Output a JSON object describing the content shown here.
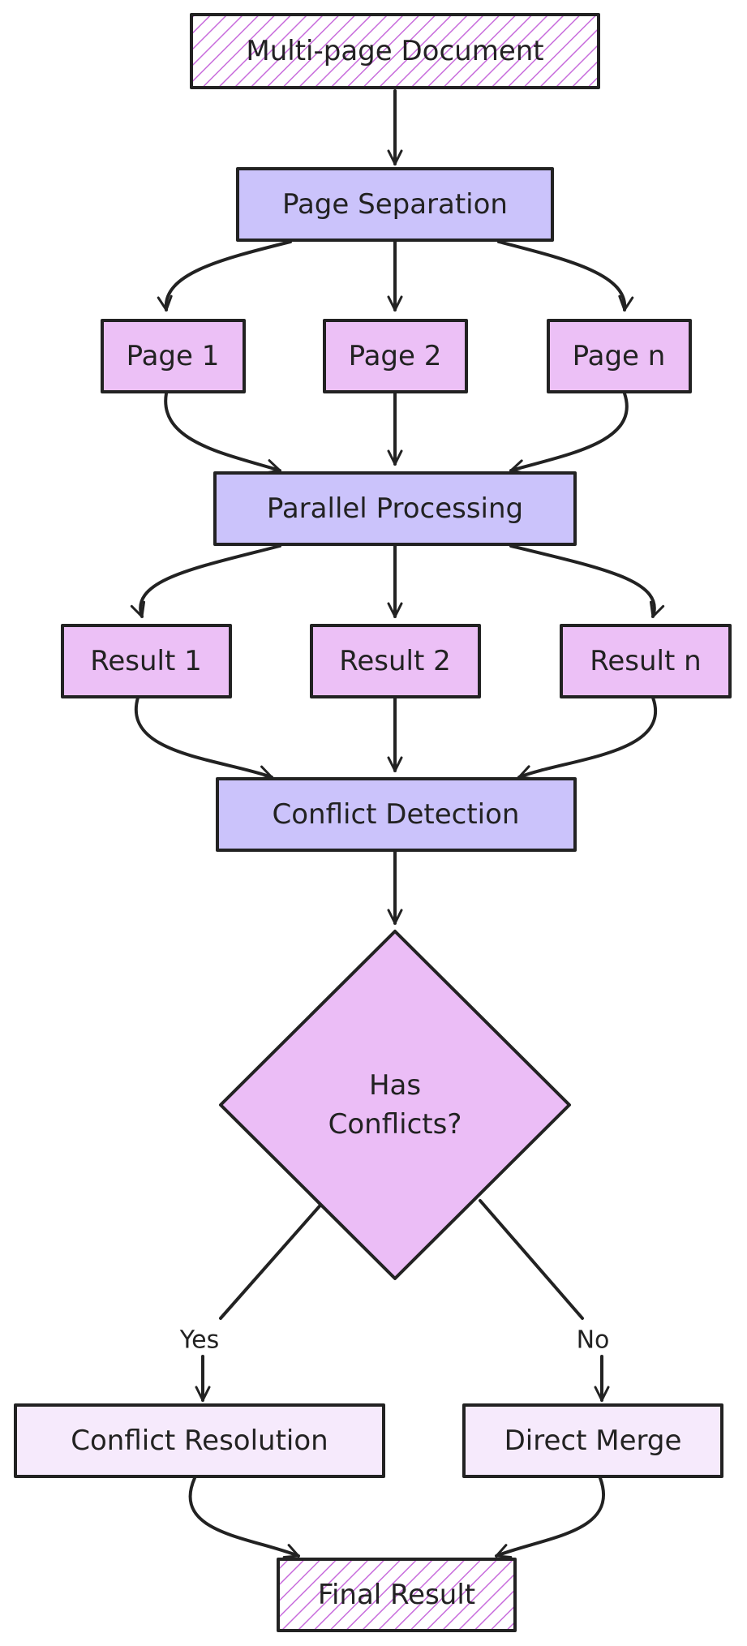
{
  "colors": {
    "stroke": "#222222",
    "hatch": "#c86ddc",
    "hatch_bg": "#ffffff",
    "process_fill": "#cbc3fb",
    "page_fill": "#ecc0f6",
    "decision_fill": "#ebbdf6",
    "outcome_fill": "#f6eafc"
  },
  "nodes": {
    "input_document": "Multi-page Document",
    "page_separation": "Page Separation",
    "page_1": "Page 1",
    "page_2": "Page 2",
    "page_n": "Page n",
    "parallel_processing": "Parallel Processing",
    "result_1": "Result 1",
    "result_2": "Result 2",
    "result_n": "Result n",
    "conflict_detection": "Conflict Detection",
    "decision_line1": "Has",
    "decision_line2": "Conflicts?",
    "conflict_resolution": "Conflict Resolution",
    "direct_merge": "Direct Merge",
    "final_result": "Final Result"
  },
  "edges": {
    "yes_label": "Yes",
    "no_label": "No"
  }
}
